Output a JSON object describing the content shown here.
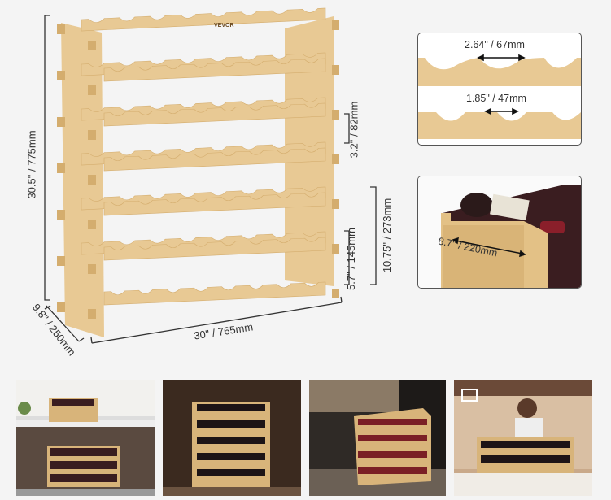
{
  "brand": "VEVOR",
  "main": {
    "height_label": "30.5\" / 775mm",
    "depth_label": "9.8\" / 250mm",
    "width_label": "30\" / 765mm",
    "slot_gap_label": "3.2\" / 82mm",
    "tier_height_label": "5.7\" / 145mm",
    "two_tier_height_label": "10.75\" / 273mm"
  },
  "details": {
    "top_slot_label": "2.64\" / 67mm",
    "bottom_slot_label": "1.85\" / 47mm",
    "shelf_depth_label": "8.7\" / 220mm"
  },
  "colors": {
    "bamboo": "#e8c994",
    "bamboo_dark": "#d4ad6e",
    "background": "#f4f4f4"
  }
}
